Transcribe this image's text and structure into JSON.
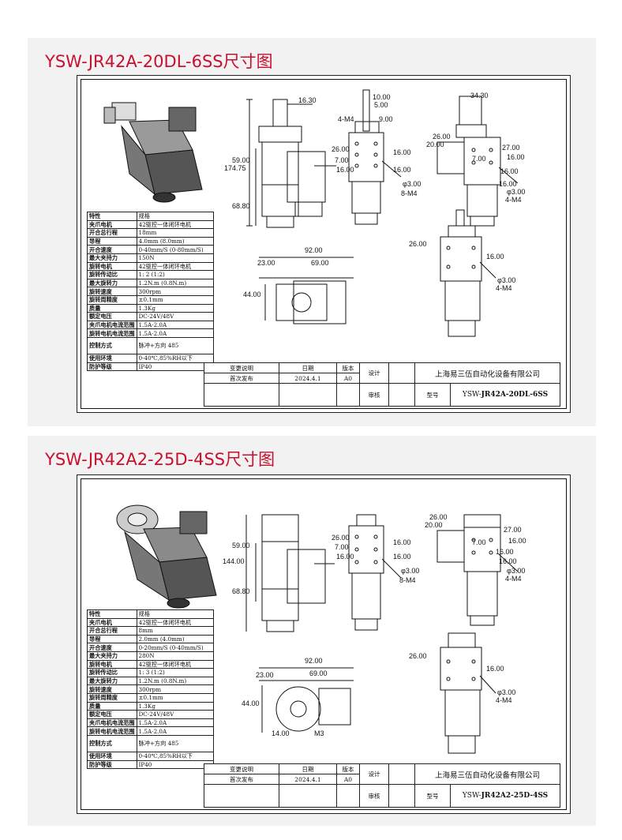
{
  "panels": [
    {
      "title": "YSW-JR42A-20DL-6SS尺寸图",
      "specs": [
        [
          "特性",
          "规格"
        ],
        [
          "夹爪电机",
          "42驱控一体闭环电机"
        ],
        [
          "开合总行程",
          "18mm"
        ],
        [
          "导程",
          "4.0mm        (8.0mm)"
        ],
        [
          "开合速度",
          "0-40mm/S  (0-80mm/S)"
        ],
        [
          "最大夹持力",
          "150N"
        ],
        [
          "旋转电机",
          "42驱控一体闭环电机"
        ],
        [
          "旋转传动比",
          "1: 2           (1:2)"
        ],
        [
          "最大旋转力",
          "1.2N.m      (0.8N.m)"
        ],
        [
          "旋转速度",
          "300rpm"
        ],
        [
          "旋转周精度",
          "±0.1mm"
        ],
        [
          "质量",
          "1.3Kg"
        ],
        [
          "额定电压",
          "DC-24V/48V"
        ],
        [
          "夹爪电机电流范围",
          "1.5A-2.0A"
        ],
        [
          "旋转电机电流范围",
          "1.5A-2.0A"
        ],
        [
          "控制方式",
          "脉冲+方向 485"
        ],
        [
          "使用环境",
          "0-40℃,85%RH以下"
        ],
        [
          "防护等级",
          "IP40"
        ]
      ],
      "title_block": {
        "change": "变更说明",
        "date_h": "日期",
        "rev_h": "版本",
        "design": "设计",
        "release": "首次发布",
        "date": "2024.4.1",
        "rev": "A0",
        "review": "审核",
        "company": "上海易三伍自动化设备有限公司",
        "model_label": "型号",
        "model_prefix": "YSW-",
        "model": "JR42A-20DL-6SS"
      },
      "dims": {
        "front_top": "16.30",
        "front_total": "174.75",
        "front_mid": "59.00",
        "front_bot": "68.80",
        "side_top1": "10.00",
        "side_top2": "5.00",
        "side_m4": "4-M4",
        "side_900": "9.00",
        "side_26": "26.00",
        "side_7": "7.00",
        "side_16a": "16.00",
        "side_16b": "16.00",
        "side_16c": "16.00",
        "side_phi3": "φ3.00",
        "side_8m4": "8-M4",
        "back_34": "34.30",
        "back_26": "26.00",
        "back_20": "20.00",
        "back_27": "27.00",
        "back_16a": "16.00",
        "back_7": "7.00",
        "back_16b": "16.00",
        "back_16c": "16.00",
        "back_phi3": "φ3.00",
        "back_4m4": "4-M4",
        "top_92": "92.00",
        "top_23": "23.00",
        "top_69": "69.00",
        "top_44": "44.00",
        "det_26": "26.00",
        "det_16": "16.00",
        "det_phi3": "φ3.00",
        "det_4m4": "4-M4"
      }
    },
    {
      "title": "YSW-JR42A2-25D-4SS尺寸图",
      "specs": [
        [
          "特性",
          "规格"
        ],
        [
          "夹爪电机",
          "42驱控一体闭环电机"
        ],
        [
          "开合总行程",
          "8mm"
        ],
        [
          "导程",
          "2.0mm        (4.0mm)"
        ],
        [
          "开合速度",
          "0-20mm/S  (0-40mm/S)"
        ],
        [
          "最大夹持力",
          "280N"
        ],
        [
          "旋转电机",
          "42驱控一体闭环电机"
        ],
        [
          "旋转传动比",
          "1: 3           (1:2)"
        ],
        [
          "最大旋转力",
          "1.2N.m      (0.8N.m)"
        ],
        [
          "旋转速度",
          "300rpm"
        ],
        [
          "旋转周精度",
          "±0.1mm"
        ],
        [
          "质量",
          "1.3Kg"
        ],
        [
          "额定电压",
          "DC-24V/48V"
        ],
        [
          "夹爪电机电流范围",
          "1.5A-2.0A"
        ],
        [
          "旋转电机电流范围",
          "1.5A-2.0A"
        ],
        [
          "控制方式",
          "脉冲+方向 485"
        ],
        [
          "使用环境",
          "0-40℃,85%RH以下"
        ],
        [
          "防护等级",
          "IP40"
        ]
      ],
      "title_block": {
        "change": "变更说明",
        "date_h": "日期",
        "rev_h": "版本",
        "design": "设计",
        "release": "首次发布",
        "date": "2024.4.1",
        "rev": "A0",
        "review": "审核",
        "company": "上海易三伍自动化设备有限公司",
        "model_label": "型号",
        "model_prefix": "YSW-",
        "model": "JR42A2-25D-4SS"
      },
      "dims": {
        "front_total": "144.00",
        "front_mid": "59.00",
        "front_bot": "68.80",
        "side_26": "26.00",
        "side_7": "7.00",
        "side_16a": "16.00",
        "side_16b": "16.00",
        "side_16c": "16.00",
        "side_phi3": "φ3.00",
        "side_8m4": "8-M4",
        "back_26": "26.00",
        "back_20": "20.00",
        "back_27": "27.00",
        "back_16a": "16.00",
        "back_7": "7.00",
        "back_16b": "16.00",
        "back_16c": "16.00",
        "back_phi3": "φ3.00",
        "back_4m4": "4-M4",
        "top_92": "92.00",
        "top_23": "23.00",
        "top_69": "69.00",
        "top_44": "44.00",
        "top_14": "14.00",
        "top_m3": "M3",
        "det_26": "26.00",
        "det_16": "16.00",
        "det_phi3": "φ3.00",
        "det_4m4": "4-M4"
      }
    }
  ]
}
